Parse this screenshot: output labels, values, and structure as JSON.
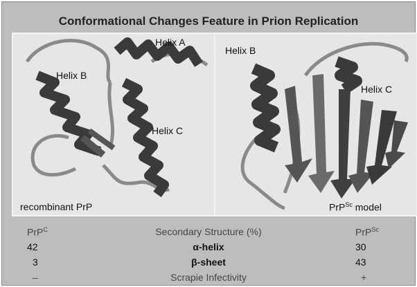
{
  "title": "Conformational Changes Feature in Prion Replication",
  "left_panel": {
    "helix_a": "Helix A",
    "helix_b": "Helix B",
    "helix_c": "Helix C",
    "caption": "recombinant PrP"
  },
  "right_panel": {
    "helix_b": "Helix B",
    "helix_c": "Helix C",
    "caption_prefix": "PrP",
    "caption_sup": "Sc",
    "caption_suffix": " model"
  },
  "table": {
    "col1_header": "PrP",
    "col1_header_sup": "C",
    "col2_header": "Secondary Structure (%)",
    "col3_header": "PrP",
    "col3_header_sup": "Sc",
    "rows": [
      {
        "c1": "42",
        "c2": "α-helix",
        "c3": "30"
      },
      {
        "c1": "3",
        "c2": "β-sheet",
        "c3": "43"
      },
      {
        "c1": "–",
        "c2": "Scrapie Infectivity",
        "c3": "+"
      }
    ]
  },
  "colors": {
    "background": "#bdbdbd",
    "panel": "#e6e6e6",
    "helix": "#3a3a3a",
    "coil": "#8a8a8a"
  }
}
